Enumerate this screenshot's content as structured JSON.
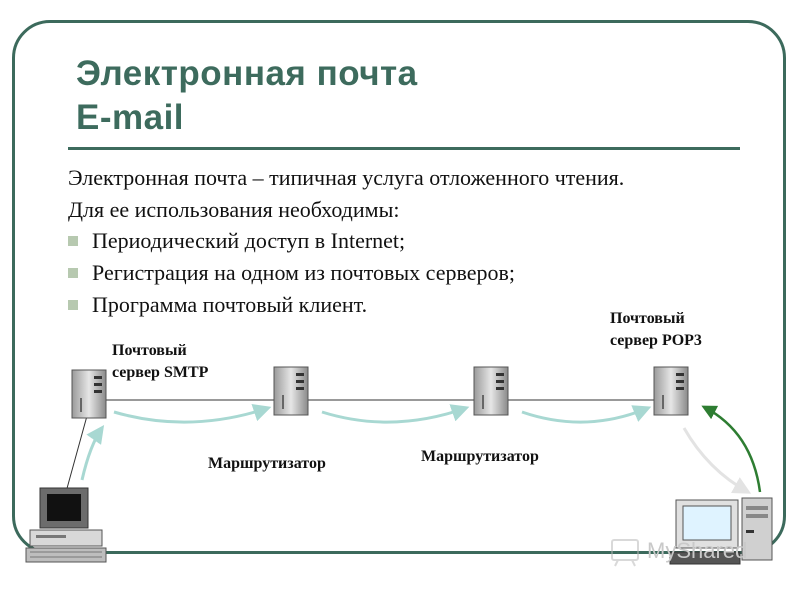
{
  "slide": {
    "title_line1": "Электронная почта",
    "title_line2": "E-mail",
    "intro_line1": "Электронная почта – типичная услуга отложенного чтения.",
    "intro_line2": "Для ее использования необходимы:",
    "bullets": [
      "Периодический доступ в Internet;",
      "Регистрация на одном из почтовых серверов;",
      "Программа почтовый клиент."
    ]
  },
  "diagram": {
    "smtp_label_line1": "Почтовый",
    "smtp_label_line2": "сервер SMTP",
    "pop3_label_line1": "Почтовый",
    "pop3_label_line2": "сервер POP3",
    "router1_label": "Маршрутизатор",
    "router2_label": "Маршрутизатор"
  },
  "watermark": "MyShared",
  "colors": {
    "title": "#3d6b5d",
    "frame": "#3c6a5c",
    "flow_arrow": "#a8d8d2",
    "return_arrow": "#2e7d32",
    "bullet": "#b7c9b0"
  }
}
